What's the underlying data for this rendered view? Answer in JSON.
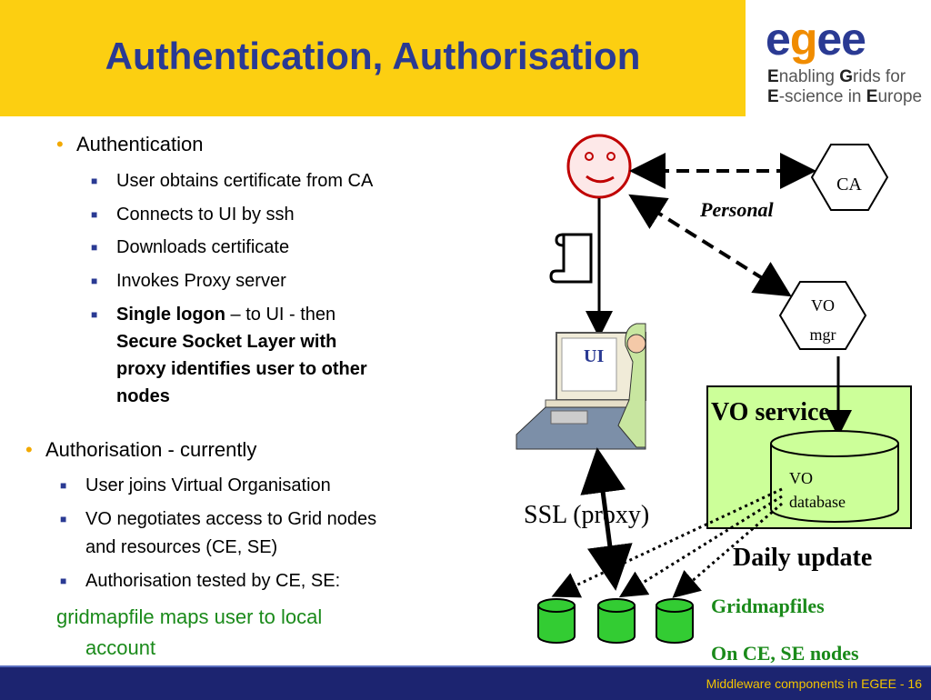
{
  "title": "Authentication, Authorisation",
  "logo": {
    "word_left": "e",
    "word_mid": "g",
    "word_right": "ee",
    "line1_a": "E",
    "line1_b": "nabling ",
    "line1_c": "G",
    "line1_d": "rids for",
    "line2_a": "E",
    "line2_b": "-science in ",
    "line2_c": "E",
    "line2_d": "urope"
  },
  "authentication": {
    "heading": "Authentication",
    "items": [
      "User obtains certificate from CA",
      "Connects to UI by  ssh",
      "Downloads certificate",
      "Invokes Proxy server"
    ],
    "single_bold": "Single logon",
    "single_rest": " – to UI -  then",
    "single_line2": "Secure Socket Layer with",
    "single_line3": "proxy identifies user to other",
    "single_line4": "nodes"
  },
  "authorisation": {
    "heading": "Authorisation - currently",
    "items": [
      "User joins Virtual Organisation",
      "VO negotiates access to Grid nodes",
      "and resources (CE, SE)",
      "Authorisation tested by CE, SE:"
    ],
    "green1": "gridmapfile maps user to local",
    "green2": "account"
  },
  "diagram": {
    "ca": "CA",
    "personal": "Personal",
    "vo_mgr_1": "VO",
    "vo_mgr_2": "mgr",
    "ui": "UI",
    "vo_service": "VO service",
    "vo_db_1": "VO",
    "vo_db_2": "database",
    "ssl": "SSL (proxy)",
    "daily": "Daily update",
    "gridmapfiles": "Gridmapfiles",
    "on_ce_se": "On CE, SE nodes"
  },
  "footer": "Middleware components in EGEE  - 16",
  "colors": {
    "header_yellow": "#fccf11",
    "title_blue": "#2a3a93",
    "footer_navy": "#1c2470",
    "green_text": "#1a8a1a",
    "vo_service_green": "#ccff99"
  }
}
